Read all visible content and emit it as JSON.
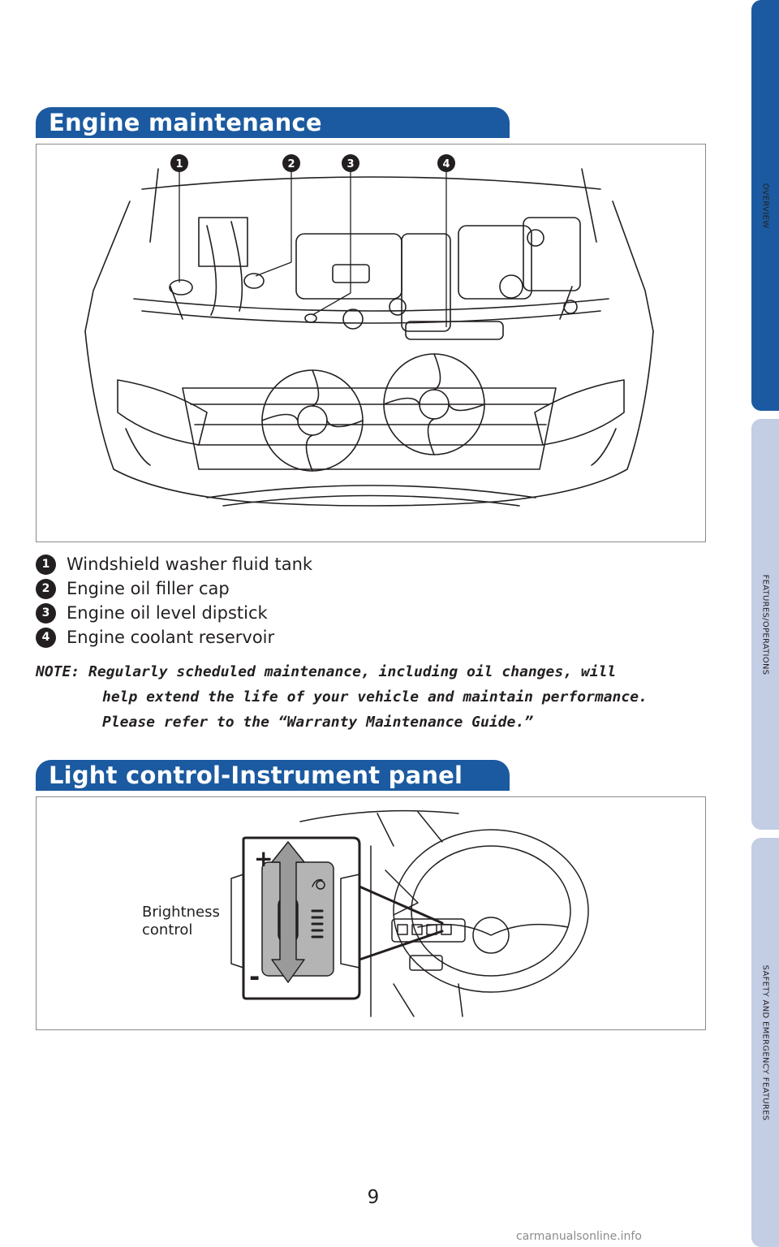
{
  "side_tabs": [
    {
      "label": "OVERVIEW",
      "active": true
    },
    {
      "label": "FEATURES/OPERATIONS",
      "active": false
    },
    {
      "label": "SAFETY AND EMERGENCY FEATURES",
      "active": false
    }
  ],
  "engine_section": {
    "title": "Engine maintenance",
    "markers": [
      "1",
      "2",
      "3",
      "4"
    ],
    "legend": [
      {
        "number": "1",
        "text": "Windshield washer fluid tank"
      },
      {
        "number": "2",
        "text": "Engine oil filler cap"
      },
      {
        "number": "3",
        "text": "Engine oil level dipstick"
      },
      {
        "number": "4",
        "text": "Engine coolant reservoir"
      }
    ],
    "note_lines": [
      "NOTE: Regularly scheduled maintenance, including oil changes, will",
      "help extend the life of your vehicle and maintain performance.",
      "Please refer to the “Warranty Maintenance Guide.”"
    ]
  },
  "light_section": {
    "title": "Light control-Instrument panel",
    "callout_line1": "Brightness",
    "callout_line2": "control",
    "plus": "+",
    "minus": "-"
  },
  "page_number": "9",
  "watermark": "carmanualsonline.info",
  "colors": {
    "accent": "#1b5aa0",
    "inactive_tab": "#c3cde4",
    "text": "#231f20"
  }
}
